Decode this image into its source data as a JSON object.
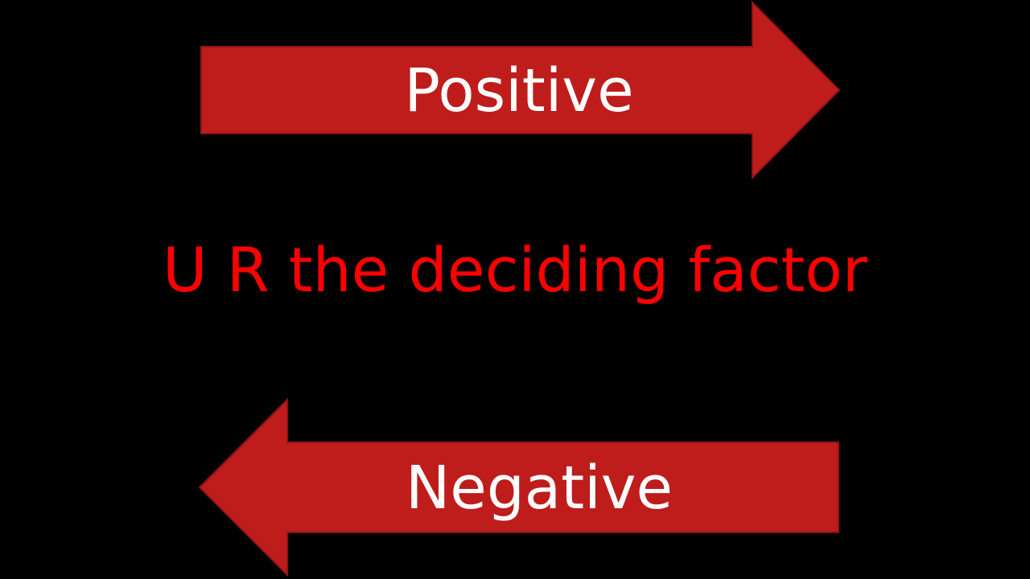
{
  "arrow_color": "#bf1c1c",
  "arrow_stroke_color": "#8e1414",
  "label_color": "#ffffff",
  "center_text_color": "#ff0000",
  "background_color": "#000000",
  "top_arrow": {
    "direction": "right",
    "label": "Positive"
  },
  "center": {
    "text": "U R the deciding factor"
  },
  "bottom_arrow": {
    "direction": "left",
    "label": "Negative"
  }
}
